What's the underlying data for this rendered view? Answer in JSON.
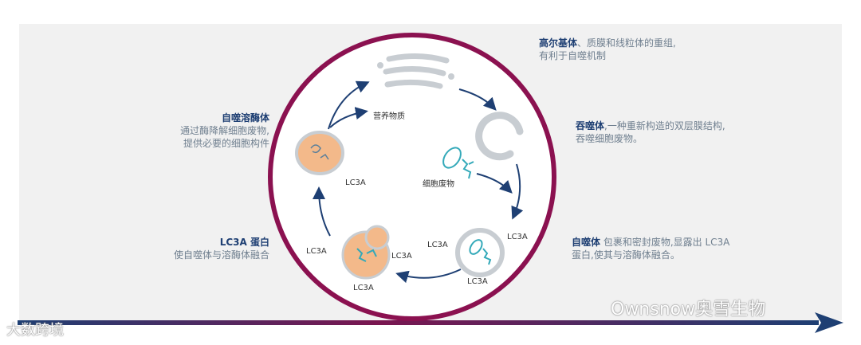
{
  "nodes": {
    "golgi": {
      "title": "高尔基体",
      "desc_line1": "、质膜和线粒体的重组,",
      "desc_line2": "有利于自噬机制"
    },
    "phagophore": {
      "title": "吞噬体",
      "desc_line1": ",一种重新构造的双层膜结构,",
      "desc_line2": "吞噬细胞废物。"
    },
    "autophagosome": {
      "title": "自噬体",
      "desc_line1": " 包裹和密封废物,显露出 LC3A",
      "desc_line2": "蛋白,使其与溶酶体融合。"
    },
    "lc3a_protein": {
      "title": "LC3A 蛋白",
      "desc_line1": "使自噬体与溶酶体融合"
    },
    "autolysosome": {
      "title": "自噬溶酶体",
      "desc_line1": "通过酶降解细胞废物,",
      "desc_line2": "提供必要的细胞构件"
    }
  },
  "inner_labels": {
    "nutrients": "营养物质",
    "cell_waste": "细胞废物",
    "lc3a_1": "LC3A",
    "lc3a_2": "LC3A",
    "lc3a_3": "LC3A",
    "lc3a_4": "LC3A",
    "lc3a_5": "LC3A",
    "lc3a_6": "LC3A",
    "lc3a_7": "LC3A"
  },
  "watermarks": {
    "left": "大数跨境",
    "right": "Ownsnow奥雪生物"
  },
  "colors": {
    "ring": "#8b1150",
    "arrow": "#1e3f73",
    "cell_orange": "#f3b98a",
    "organelle_grey": "#c8cdd2",
    "cargo_teal": "#33a9b9"
  }
}
